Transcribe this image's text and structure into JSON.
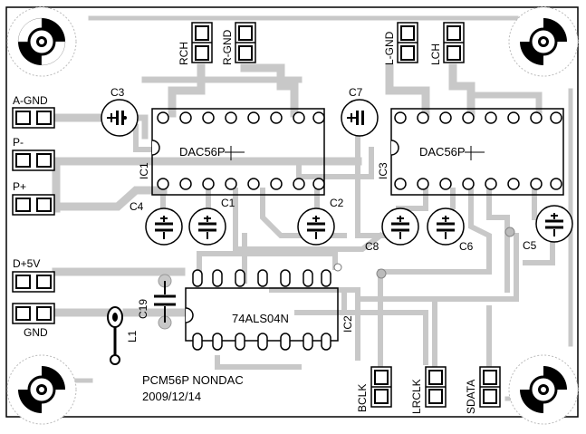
{
  "board": {
    "title": "PCM56P NONDAC",
    "date": "2009/12/14"
  },
  "ics": {
    "ic1": {
      "ref": "IC1",
      "part": "DAC56P"
    },
    "ic2": {
      "ref": "IC2",
      "part": "74ALS04N"
    },
    "ic3": {
      "ref": "IC3",
      "part": "DAC56P"
    }
  },
  "capacitors": {
    "c1": "C1",
    "c2": "C2",
    "c3": "C3",
    "c4": "C4",
    "c5": "C5",
    "c6": "C6",
    "c7": "C7",
    "c8": "C8",
    "c19": "C19"
  },
  "inductor": {
    "l1": "L1"
  },
  "connectors": {
    "rch": "RCH",
    "r_gnd": "R-GND",
    "l_gnd": "L-GND",
    "lch": "LCH",
    "a_gnd": "A-GND",
    "p_minus": "P-",
    "p_plus": "P+",
    "d_5v": "D+5V",
    "gnd": "GND",
    "bclk": "BCLK",
    "lrclk": "LRCLK",
    "sdata": "SDATA"
  }
}
